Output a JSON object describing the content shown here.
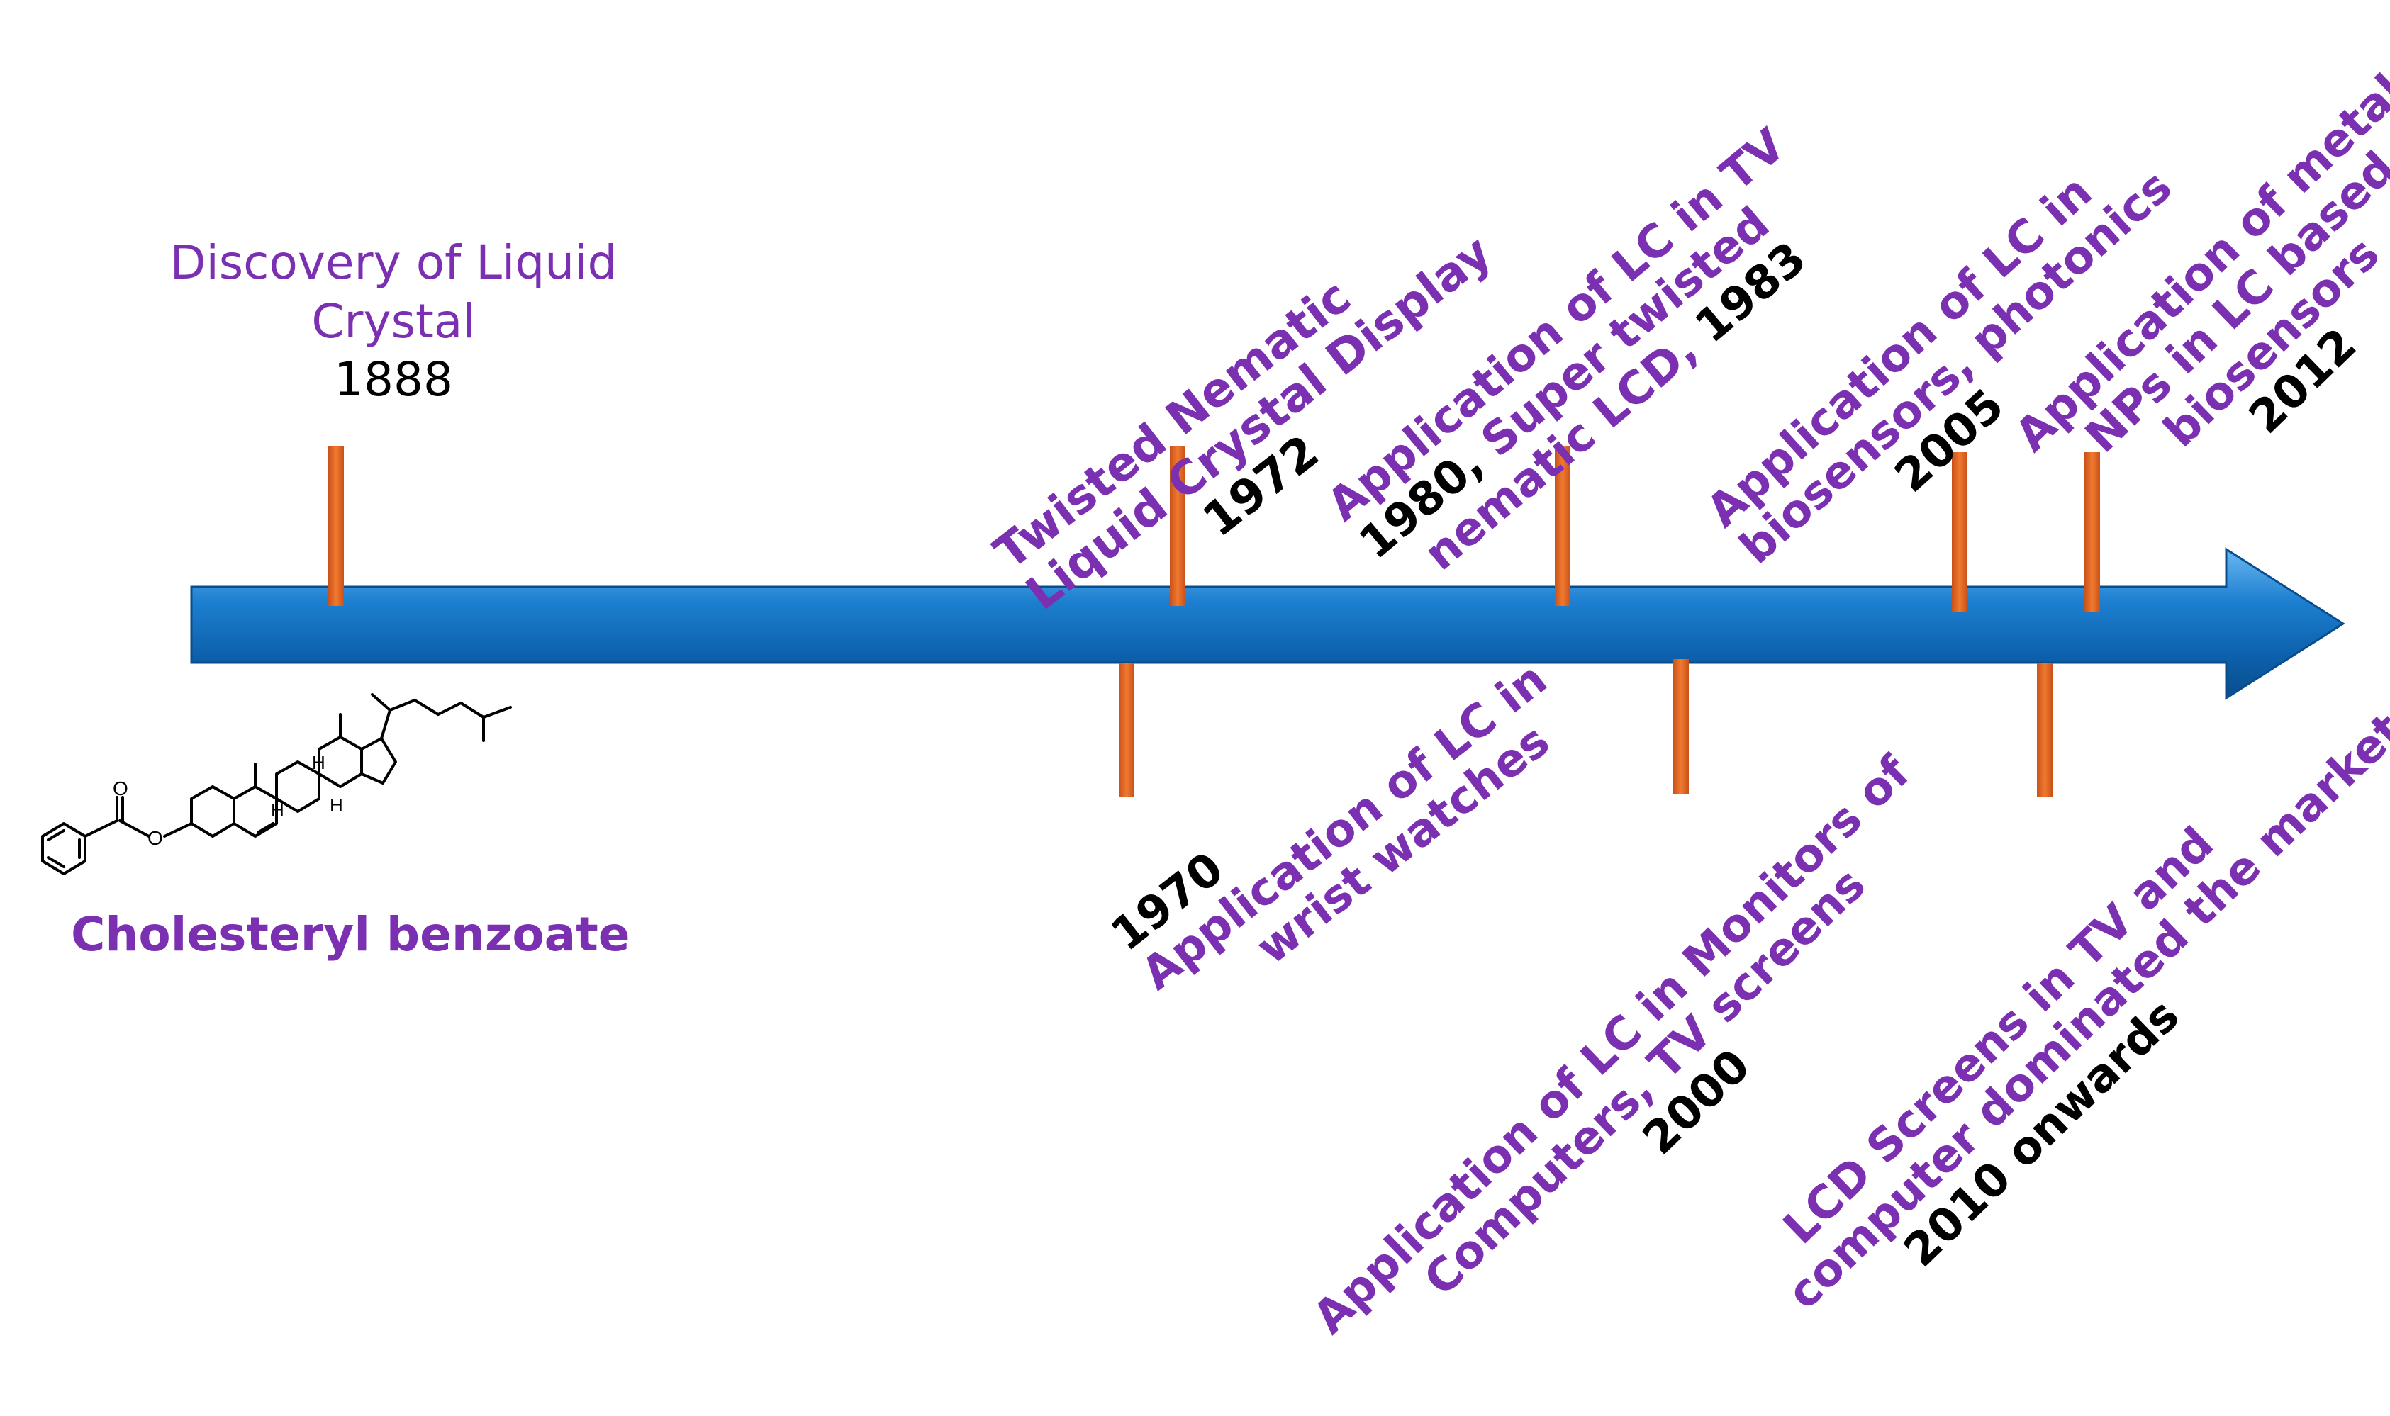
{
  "colors": {
    "label": "#7b2fb1",
    "year": "#000000",
    "arrow": "#1d7fd0",
    "tick": "#f07a2e"
  },
  "discovery": {
    "line1": "Discovery of Liquid",
    "line2": "Crystal",
    "year": "1888"
  },
  "molecule": {
    "name": "Cholesteryl benzoate",
    "atom_o1": "O",
    "atom_o2": "O",
    "atom_h1": "H",
    "atom_h2": "H",
    "atom_h3": "H"
  },
  "events_top": [
    {
      "line1": "Twisted Nematic",
      "line2": "Liquid Crystal Display",
      "year": "1972"
    },
    {
      "line1": "Application of LC in TV",
      "line2a": "1980,",
      "line2b": " Super twisted",
      "line3": "nematic LCD,",
      "line3year": " 1983"
    },
    {
      "line1": "Application of LC in",
      "line2": "biosensors, photonics",
      "year": "2005"
    },
    {
      "line1": "Application of metal",
      "line2": "NPs in LC based",
      "line3": "biosensors",
      "year": "2012"
    }
  ],
  "events_bottom": [
    {
      "year": "1970",
      "line1": "Application of LC in",
      "line2": "wrist watches"
    },
    {
      "line1": "Application of LC in Monitors of",
      "line2": "Computers, TV screens",
      "year": "2000"
    },
    {
      "line1": "LCD Screens in TV and",
      "line2": "computer dominated the market",
      "year": "2010 onwards"
    }
  ]
}
